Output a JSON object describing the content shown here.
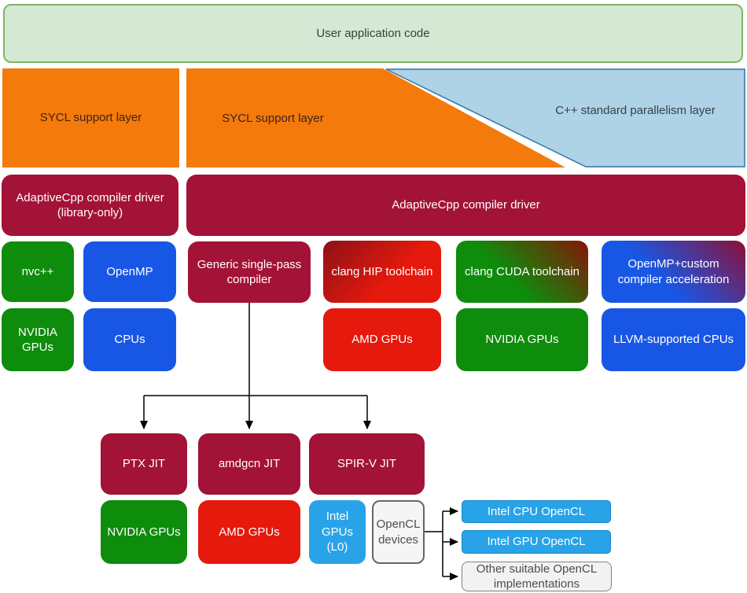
{
  "diagram_title": "AdaptiveCpp compilation flow diagram",
  "colors": {
    "canvas_bg": "#ffffff",
    "user_app_fill": "#d5e8d4",
    "user_app_stroke": "#82b366",
    "orange_fill": "#f47a0b",
    "orange_text": "#3d2413",
    "stdpar_fill": "#aed2e6",
    "stdpar_stroke": "#2e75a8",
    "crimson_fill": "#a31237",
    "green_fill": "#0e8c0c",
    "blue_fill": "#1857e6",
    "red_fill": "#e5190c",
    "intel_blue_fill": "#29a3e8",
    "gray_fill": "#f5f5f5",
    "gray_stroke": "#666666",
    "gradient_hip_dark": "#8c1118",
    "gradient_cuda_dark": "#871408",
    "gradient_openmp_dark": "#8c1038",
    "connector": "#000000",
    "label_on_dark": "#ffffff",
    "label_dark": "#37413a"
  },
  "nodes": {
    "user_application_code": "User application code",
    "sycl_support_layer_left": "SYCL support layer",
    "sycl_support_layer_mid": "SYCL support layer",
    "cpp_std_parallelism": "C++ standard parallelism layer",
    "acpp_driver_library_only": "AdaptiveCpp compiler driver\n(library-only)",
    "acpp_driver": "AdaptiveCpp compiler driver",
    "nvcpp": "nvc++",
    "openmp": "OpenMP",
    "generic_single_pass": "Generic single-pass\ncompiler",
    "clang_hip": "clang HIP toolchain",
    "clang_cuda": "clang CUDA toolchain",
    "openmp_custom": "OpenMP+custom\ncompiler acceleration",
    "nvidia_gpus_nvcpp": "NVIDIA\nGPUs",
    "cpus": "CPUs",
    "amd_gpus_hip": "AMD GPUs",
    "nvidia_gpus_cuda": "NVIDIA GPUs",
    "llvm_cpus": "LLVM-supported CPUs",
    "ptx_jit": "PTX JIT",
    "amdgcn_jit": "amdgcn JIT",
    "spirv_jit": "SPIR-V JIT",
    "nvidia_gpus_ptx": "NVIDIA GPUs",
    "amd_gpus_amdgcn": "AMD GPUs",
    "intel_gpus_l0": "Intel\nGPUs\n(L0)",
    "opencl_devices": "OpenCL\ndevices",
    "intel_cpu_opencl": "Intel CPU OpenCL",
    "intel_gpu_opencl": "Intel GPU OpenCL",
    "other_opencl": "Other suitable OpenCL\nimplementations"
  }
}
